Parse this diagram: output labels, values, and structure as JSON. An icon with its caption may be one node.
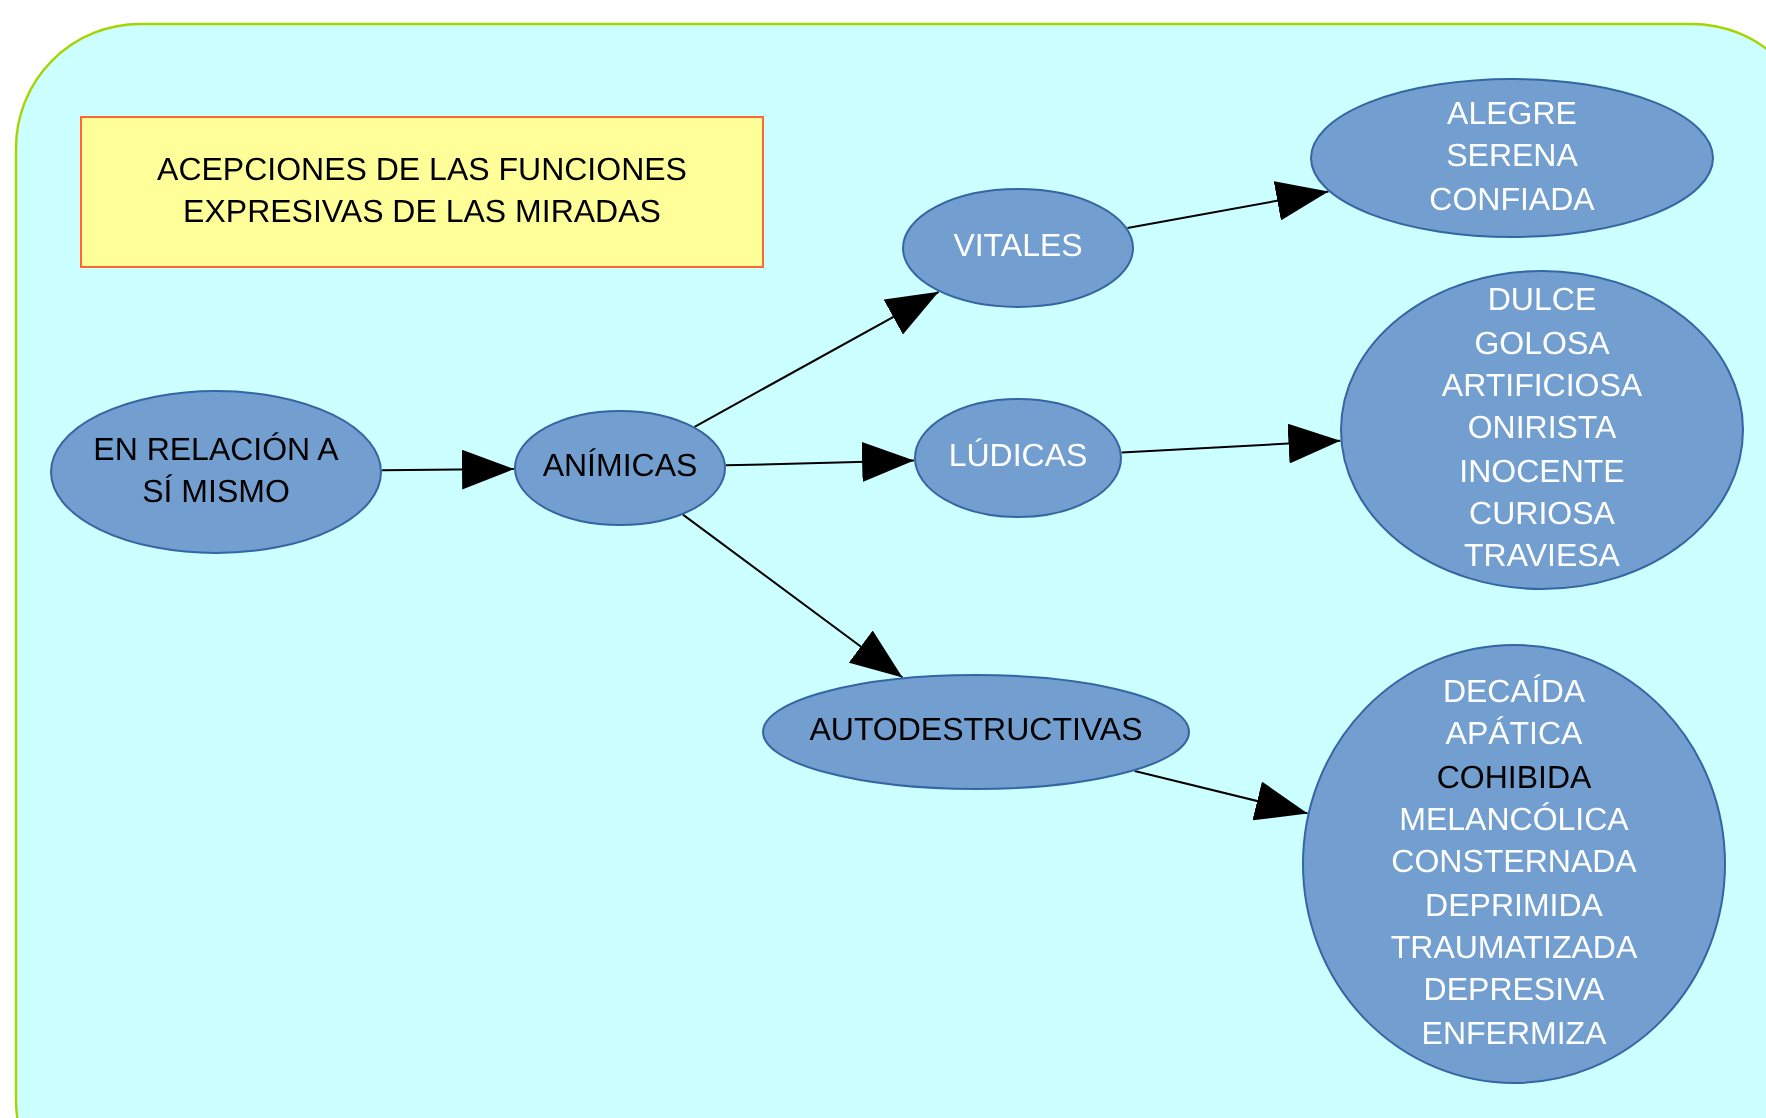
{
  "diagram": {
    "title": "ACEPCIONES DE LAS FUNCIONES EXPRESIVAS DE LAS MIRADAS",
    "nodes": [
      {
        "text": [
          "EN RELACIÓN A SÍ MISMO"
        ]
      },
      {
        "text": [
          "ANÍMICAS"
        ]
      },
      {
        "text": [
          "VITALES"
        ]
      },
      {
        "text": [
          "LÚDICAS"
        ]
      },
      {
        "text": [
          "AUTODESTRUCTIVAS"
        ]
      },
      {
        "text": [
          "ALEGRE",
          "SERENA",
          "CONFIADA"
        ]
      },
      {
        "text": [
          "DULCE",
          "GOLOSA",
          "ARTIFICIOSA",
          "ONIRISTA",
          "INOCENTE",
          "CURIOSA",
          "TRAVIESA"
        ]
      },
      {
        "text": [
          "DECAÍDA",
          "APÁTICA",
          "COHIBIDA",
          "MELANCÓLICA",
          "CONSTERNADA",
          "DEPRIMIDA",
          "TRAUMATIZADA",
          "DEPRESIVA",
          "ENFERMIZA"
        ]
      }
    ],
    "edges": [
      {
        "from": 0,
        "to": 1,
        "arrow": "to"
      },
      {
        "from": 1,
        "to": 2,
        "arrow": "to"
      },
      {
        "from": 1,
        "to": 3,
        "arrow": "to"
      },
      {
        "from": 1,
        "to": 4,
        "arrow": "to"
      },
      {
        "from": 2,
        "to": 5,
        "arrow": "to"
      },
      {
        "from": 3,
        "to": 6,
        "arrow": "to"
      },
      {
        "from": 4,
        "to": 7,
        "arrow": "to"
      }
    ]
  }
}
